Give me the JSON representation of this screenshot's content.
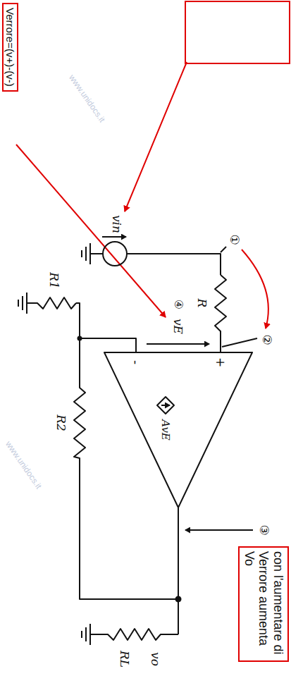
{
  "diagram": {
    "nodes": [
      {
        "text": [
          "Verrore=(v+)-(v-)"
        ]
      },
      {
        "text": [
          "con l'aumentare di Verrore aumenta Vo"
        ]
      }
    ],
    "labels": [
      "①",
      "vin",
      "R",
      "②",
      "+",
      "-",
      "④",
      "vE",
      "AvE",
      "③",
      "R1",
      "R2",
      "RL",
      "vo",
      "www.unidocs.it",
      "www.unidocs.it"
    ]
  }
}
